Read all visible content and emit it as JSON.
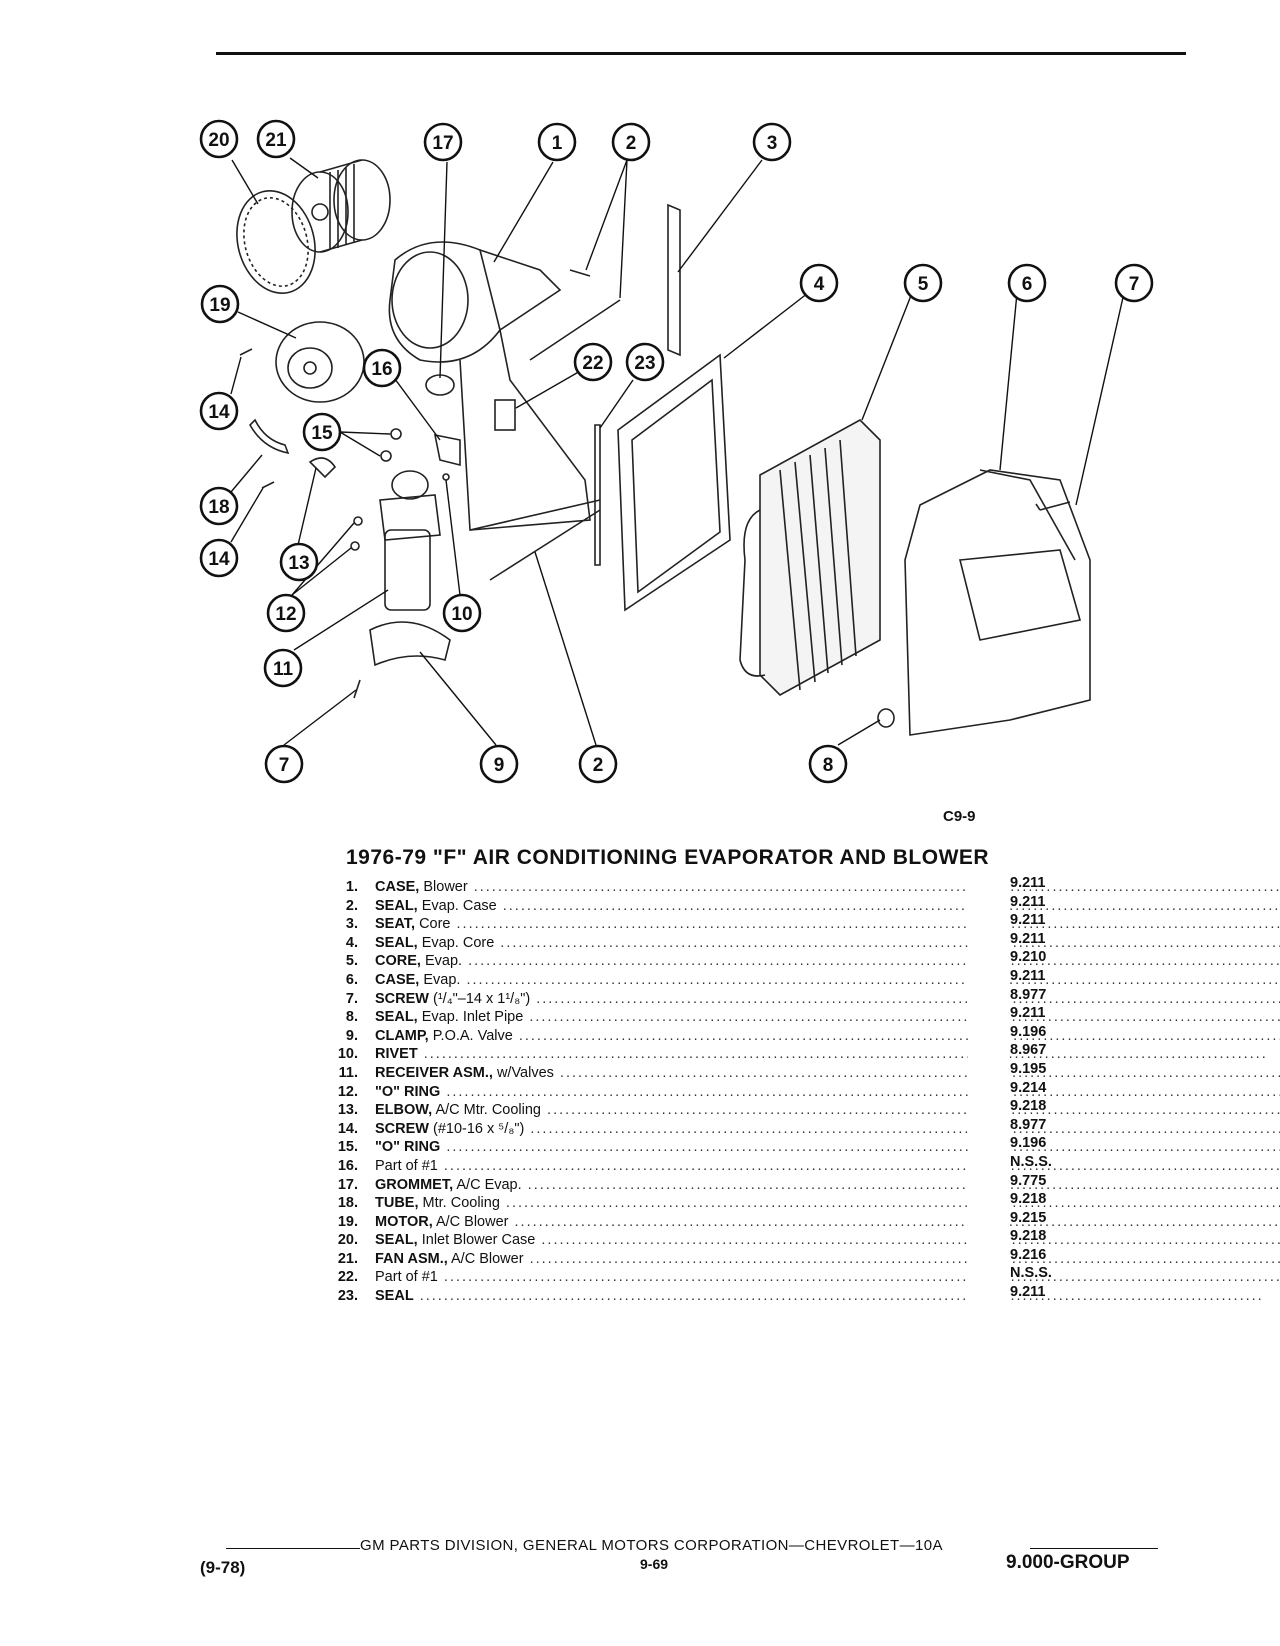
{
  "figure": {
    "code": "C9-9",
    "callouts": [
      "20",
      "21",
      "17",
      "1",
      "2",
      "3",
      "4",
      "5",
      "6",
      "7",
      "19",
      "16",
      "22",
      "23",
      "14",
      "15",
      "18",
      "14",
      "13",
      "12",
      "10",
      "11",
      "7",
      "9",
      "2",
      "8"
    ]
  },
  "title": "1976-79 \"F\" AIR CONDITIONING EVAPORATOR AND BLOWER",
  "parts": [
    {
      "num": "1.",
      "name": "CASE,",
      "desc": "Blower",
      "group": "9.211"
    },
    {
      "num": "2.",
      "name": "SEAL,",
      "desc": "Evap. Case",
      "group": "9.211"
    },
    {
      "num": "3.",
      "name": "SEAT,",
      "desc": "Core",
      "group": "9.211"
    },
    {
      "num": "4.",
      "name": "SEAL,",
      "desc": "Evap. Core",
      "group": "9.211"
    },
    {
      "num": "5.",
      "name": "CORE,",
      "desc": "Evap.",
      "group": "9.210"
    },
    {
      "num": "6.",
      "name": "CASE,",
      "desc": "Evap.",
      "group": "9.211"
    },
    {
      "num": "7.",
      "name": "SCREW",
      "desc": "(¹/₄\"–14 x 1¹/₈\")",
      "group": "8.977"
    },
    {
      "num": "8.",
      "name": "SEAL,",
      "desc": "Evap. Inlet Pipe",
      "group": "9.211"
    },
    {
      "num": "9.",
      "name": "CLAMP,",
      "desc": "P.O.A. Valve",
      "group": "9.196"
    },
    {
      "num": "10.",
      "name": "RIVET",
      "desc": "",
      "group": "8.967"
    },
    {
      "num": "11.",
      "name": "RECEIVER ASM.,",
      "desc": "w/Valves",
      "group": "9.195"
    },
    {
      "num": "12.",
      "name": "\"O\" RING",
      "desc": "",
      "group": "9.214"
    },
    {
      "num": "13.",
      "name": "ELBOW,",
      "desc": "A/C Mtr. Cooling",
      "group": "9.218"
    },
    {
      "num": "14.",
      "name": "SCREW",
      "desc": "(#10-16 x ⁵/₈\")",
      "group": "8.977"
    },
    {
      "num": "15.",
      "name": "\"O\" RING",
      "desc": "",
      "group": "9.196"
    },
    {
      "num": "16.",
      "name": "",
      "desc": "Part of #1",
      "group": "N.S.S."
    },
    {
      "num": "17.",
      "name": "GROMMET,",
      "desc": "A/C Evap.",
      "group": "9.775"
    },
    {
      "num": "18.",
      "name": "TUBE,",
      "desc": "Mtr. Cooling",
      "group": "9.218"
    },
    {
      "num": "19.",
      "name": "MOTOR,",
      "desc": "A/C Blower",
      "group": "9.215"
    },
    {
      "num": "20.",
      "name": "SEAL,",
      "desc": "Inlet Blower Case",
      "group": "9.218"
    },
    {
      "num": "21.",
      "name": "FAN ASM.,",
      "desc": "A/C Blower",
      "group": "9.216"
    },
    {
      "num": "22.",
      "name": "",
      "desc": "Part of #1",
      "group": "N.S.S."
    },
    {
      "num": "23.",
      "name": "SEAL",
      "desc": "",
      "group": "9.211"
    }
  ],
  "footer": {
    "division": "GM PARTS DIVISION, GENERAL MOTORS CORPORATION—CHEVROLET—10A",
    "date": "(9-78)",
    "page": "9-69",
    "group": "9.000-GROUP"
  }
}
